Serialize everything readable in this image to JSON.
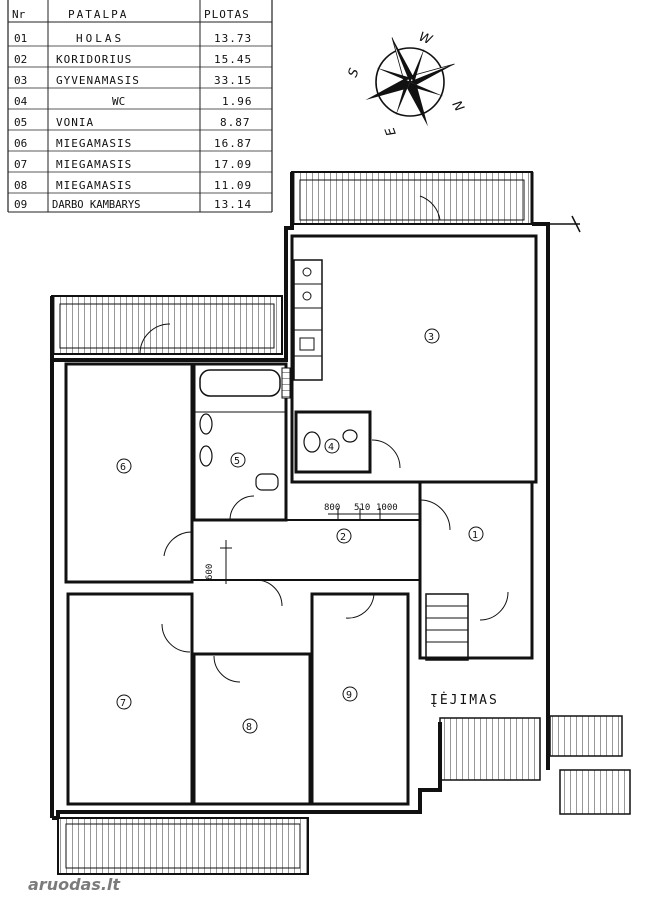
{
  "legend": {
    "headers": {
      "nr": "Nr",
      "room": "PATALPA",
      "area": "PLOTAS"
    },
    "rows": [
      {
        "nr": "01",
        "name": "HOLAS",
        "area": "13.73"
      },
      {
        "nr": "02",
        "name": "KORIDORIUS",
        "area": "15.45"
      },
      {
        "nr": "03",
        "name": "GYVENAMASIS",
        "area": "33.15"
      },
      {
        "nr": "04",
        "name": "WC",
        "area": "1.96"
      },
      {
        "nr": "05",
        "name": "VONIA",
        "area": "8.87"
      },
      {
        "nr": "06",
        "name": "MIEGAMASIS",
        "area": "16.87"
      },
      {
        "nr": "07",
        "name": "MIEGAMASIS",
        "area": "17.09"
      },
      {
        "nr": "08",
        "name": "MIEGAMASIS",
        "area": "11.09"
      },
      {
        "nr": "09",
        "name": "DARBO KAMBARYS",
        "area": "13.14"
      }
    ]
  },
  "compass": {
    "n": "N",
    "s": "S",
    "e": "E",
    "w": "W"
  },
  "rooms": {
    "r1": "1",
    "r2": "2",
    "r3": "3",
    "r4": "4",
    "r5": "5",
    "r6": "6",
    "r7": "7",
    "r8": "8",
    "r9": "9"
  },
  "dimensions": {
    "d800": "800",
    "d510": "510",
    "d1000": "1000",
    "d600": "600"
  },
  "entrance": "ĮĖJIMAS",
  "watermark": "aruodas.lt"
}
